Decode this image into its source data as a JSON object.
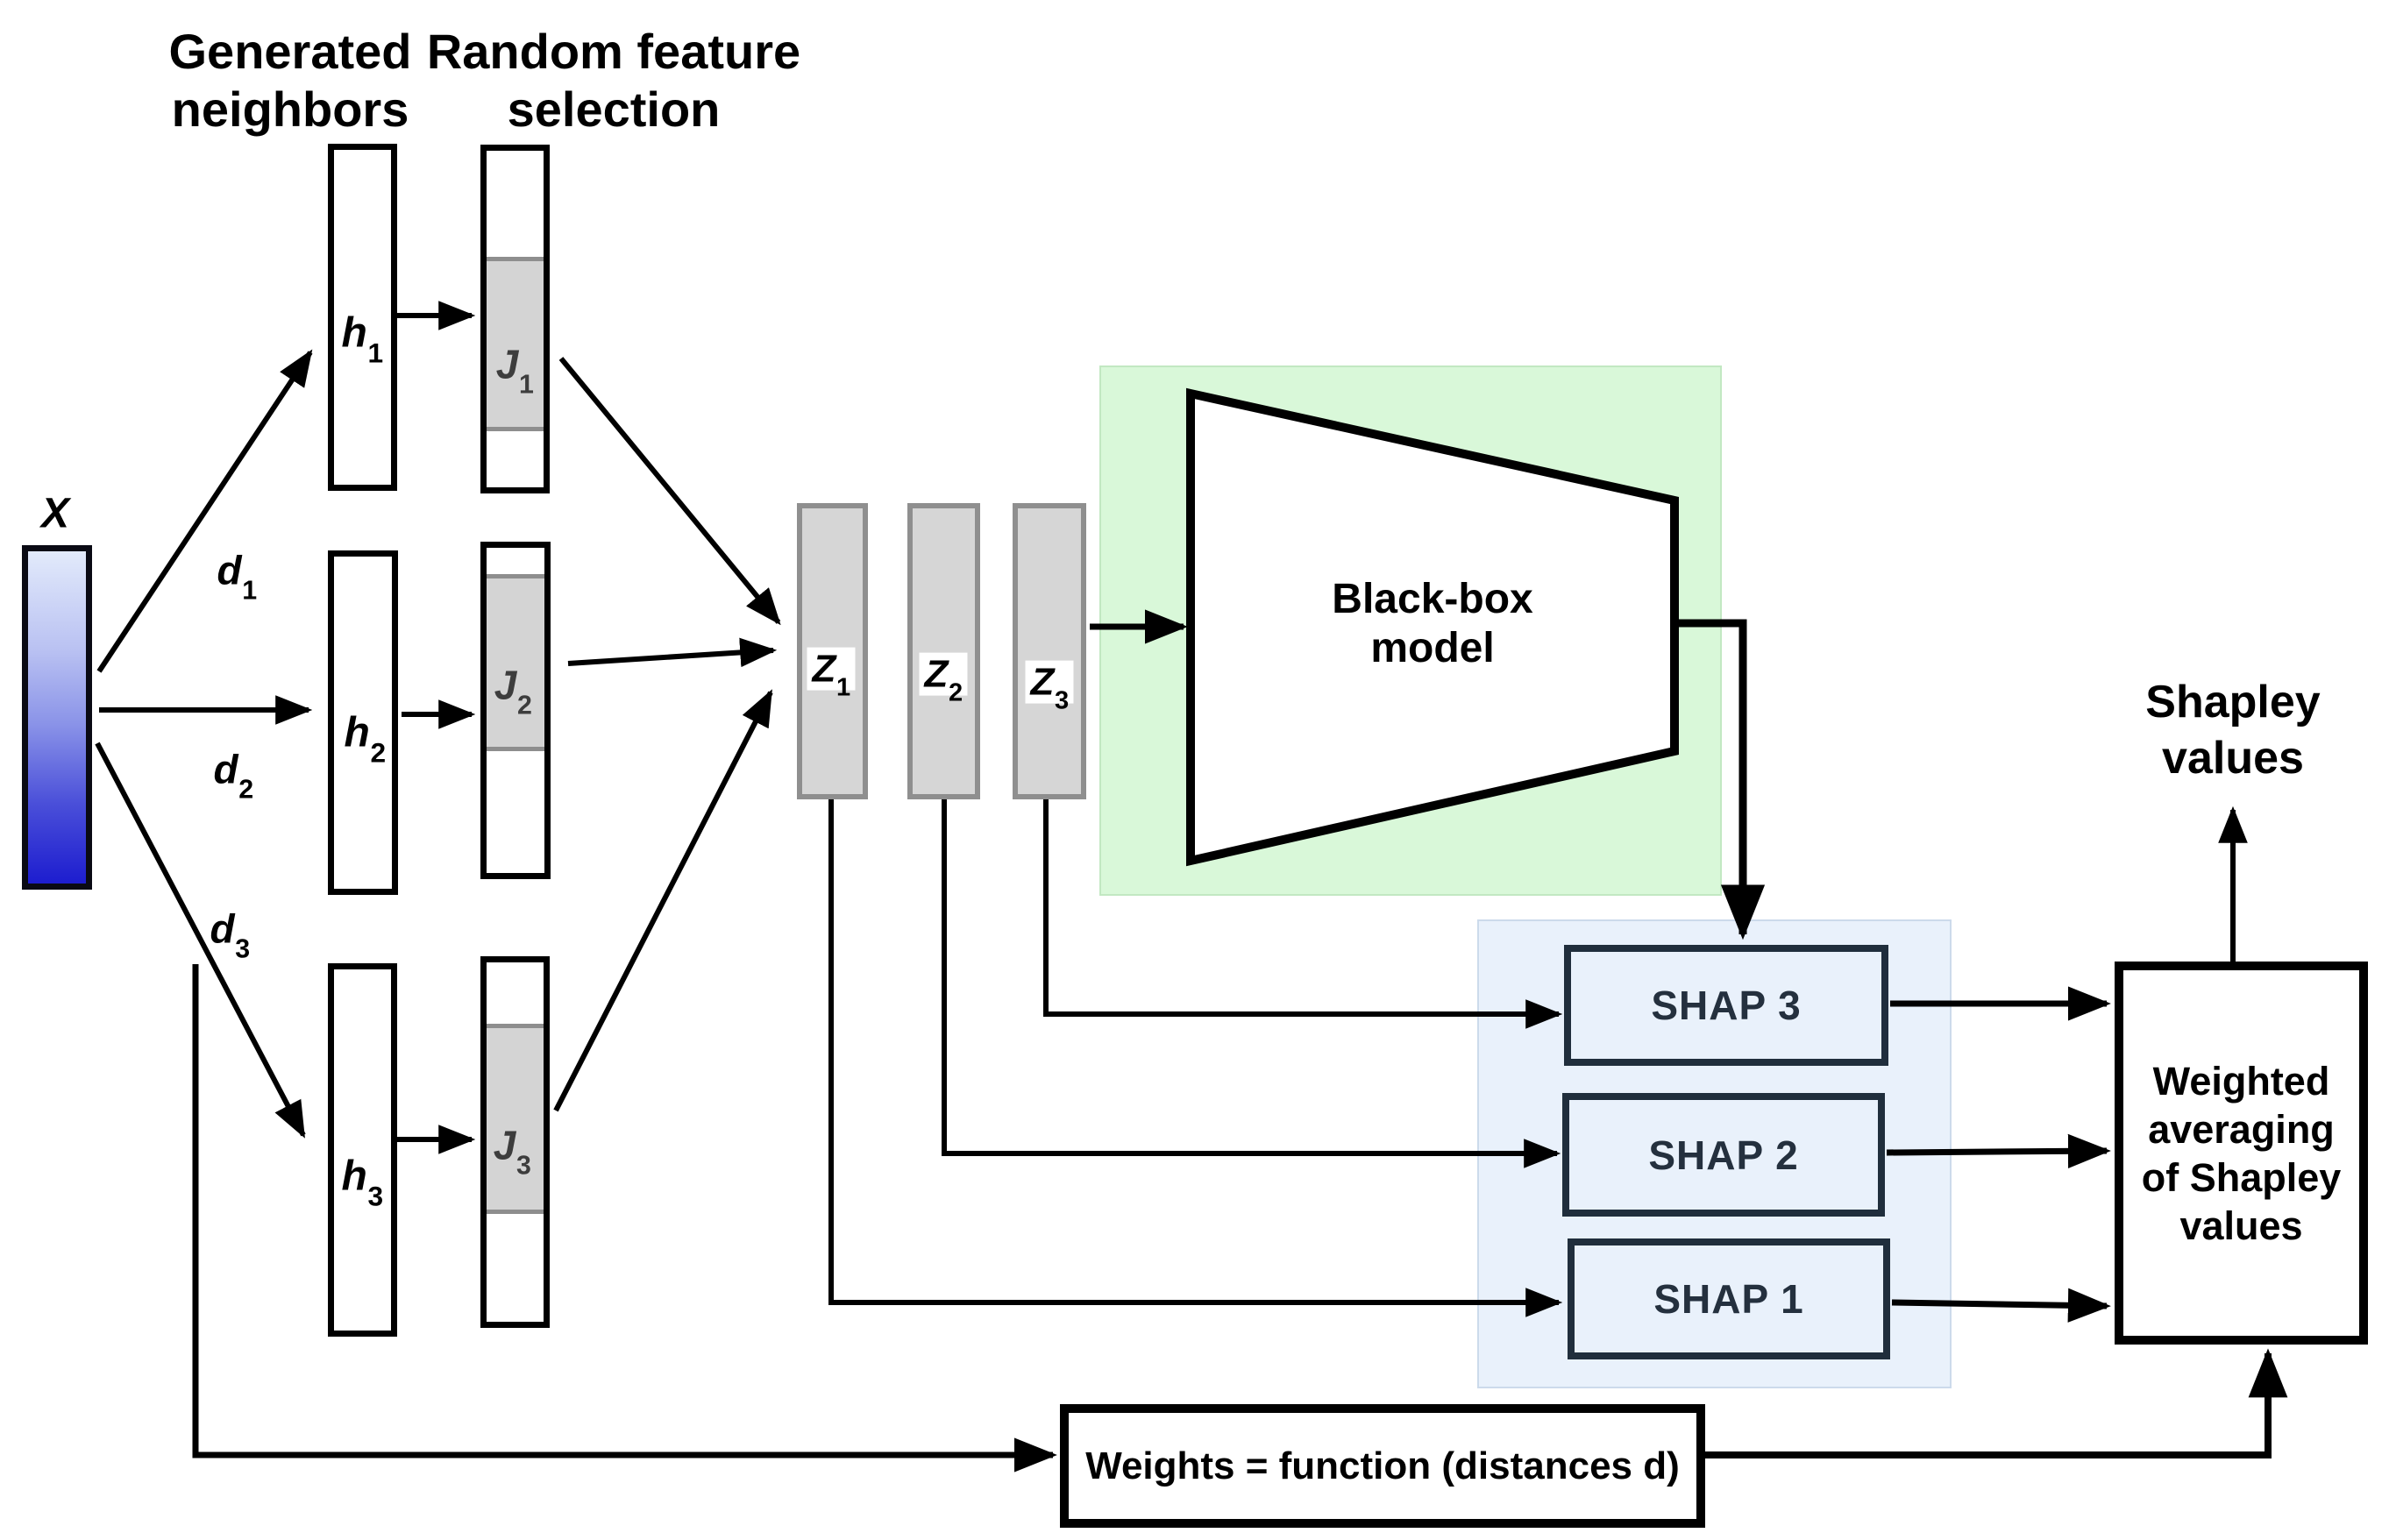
{
  "headers": {
    "generated": "Generated\nneighbors",
    "random": "Random feature\nselection"
  },
  "input": {
    "label": "X"
  },
  "distances": [
    {
      "base": "d",
      "sub": "1"
    },
    {
      "base": "d",
      "sub": "2"
    },
    {
      "base": "d",
      "sub": "3"
    }
  ],
  "neighbors": [
    {
      "base": "h",
      "sub": "1"
    },
    {
      "base": "h",
      "sub": "2"
    },
    {
      "base": "h",
      "sub": "3"
    }
  ],
  "selections": [
    {
      "base": "J",
      "sub": "1"
    },
    {
      "base": "J",
      "sub": "2"
    },
    {
      "base": "J",
      "sub": "3"
    }
  ],
  "z_vectors": [
    {
      "base": "Z",
      "sub": "1"
    },
    {
      "base": "Z",
      "sub": "2"
    },
    {
      "base": "Z",
      "sub": "3"
    }
  ],
  "model": {
    "label": "Black-box\nmodel"
  },
  "shap_boxes": [
    {
      "label": "SHAP 3"
    },
    {
      "label": "SHAP 2"
    },
    {
      "label": "SHAP 1"
    }
  ],
  "weighted_box": {
    "label": "Weighted\naveraging\nof Shapley\nvalues"
  },
  "output": {
    "label": "Shapley\nvalues"
  },
  "weights_box": {
    "label": "Weights = function (distances d)"
  },
  "colors": {
    "input_top": "#e2eafb",
    "input_mid": "#8a93e8",
    "input_bottom": "#1d1dcf",
    "bar_gray": "#d6d6d6",
    "bar_gray_border": "#8f8f8f",
    "green_panel": "#d9f8d9",
    "blue_panel": "#e9f1fb",
    "shap_border": "#202e3c",
    "j_gray": "#d4d4d4"
  }
}
